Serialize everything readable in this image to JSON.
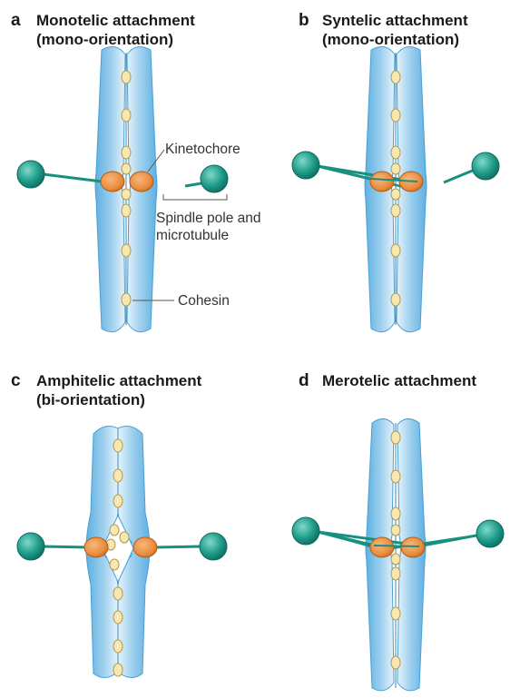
{
  "panels": [
    {
      "letter": "a",
      "title_line1": "Monotelic attachment",
      "title_line2": "(mono-orientation)"
    },
    {
      "letter": "b",
      "title_line1": "Syntelic attachment",
      "title_line2": "(mono-orientation)"
    },
    {
      "letter": "c",
      "title_line1": "Amphitelic attachment",
      "title_line2": "(bi-orientation)"
    },
    {
      "letter": "d",
      "title_line1": "Merotelic attachment",
      "title_line2": ""
    }
  ],
  "labels": {
    "kinetochore": "Kinetochore",
    "spindle_line1": "Spindle pole and",
    "spindle_line2": "microtubule",
    "cohesin": "Cohesin"
  },
  "colors": {
    "chromatid_edge": "#4a9fd6",
    "chromatid_fill_mid": "#5db0e2",
    "chromatid_fill_light": "#e6f3fb",
    "cohesin_fill": "#f7e7b0",
    "cohesin_stroke": "#b69a50",
    "kinetochore_fill": "#e98b3c",
    "kinetochore_stroke": "#b35c18",
    "spindle_pole": "#1e9b8a",
    "microtubule": "#17917f",
    "text": "#1a1a1a"
  }
}
